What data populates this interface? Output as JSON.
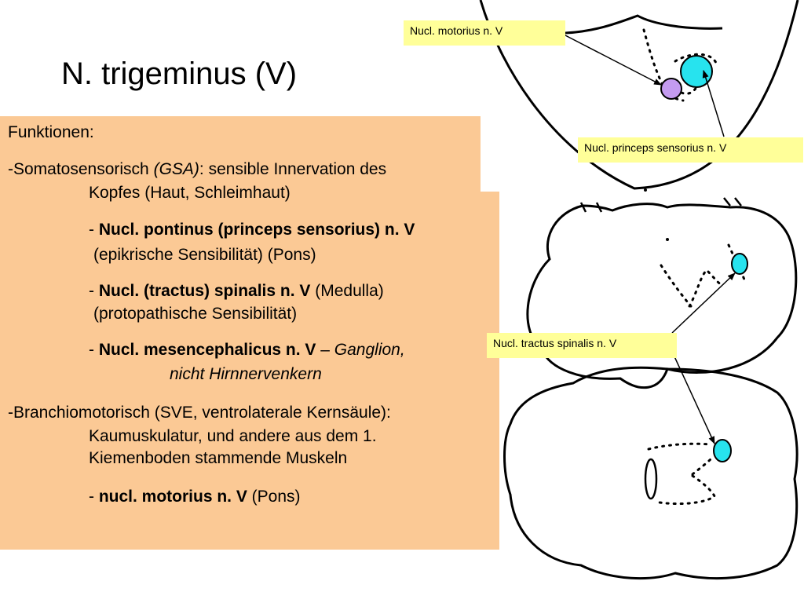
{
  "title": "N. trigeminus (V)",
  "colors": {
    "box_fill": "#fbc995",
    "label_fill": "#ffff99",
    "nucleus_sensory": "#27e3ee",
    "nucleus_motor": "#c49bf0"
  },
  "text": {
    "heading": "Funktionen:",
    "gsa_prefix": "-Somatosensorisch ",
    "gsa_abbr": "(GSA)",
    "gsa_rest": ": sensible Innervation des",
    "gsa_cont": "Kopfes (Haut, Schleimhaut)",
    "pontinus_dash": "- ",
    "pontinus_bold": "Nucl. pontinus (princeps sensorius) n. V",
    "pontinus_note": "(epikrische Sensibilität) (Pons)",
    "spinalis_dash": "- ",
    "spinalis_bold": "Nucl. (tractus) spinalis n. V",
    "spinalis_rest": " (Medulla)",
    "spinalis_note": "(protopathische Sensibilität)",
    "mesen_dash": "- ",
    "mesen_bold": "Nucl. mesencephalicus n. V",
    "mesen_rest": " – ",
    "mesen_italic": "Ganglion,",
    "mesen_cont": "nicht Hirnnervenkern",
    "svE_line1": "-Branchiomotorisch (SVE, ventrolaterale Kernsäule):",
    "svE_line2": "Kaumuskulatur, und andere aus dem 1.",
    "svE_line3": "Kiemenboden stammende Muskeln",
    "motorius_dash": "- ",
    "motorius_bold": "nucl. motorius n. V",
    "motorius_rest": " (Pons)"
  },
  "labels": {
    "motorius": "Nucl. motorius n. V",
    "princeps": "Nucl. princeps sensorius n. V",
    "spinalis": "Nucl. tractus spinalis n. V"
  }
}
